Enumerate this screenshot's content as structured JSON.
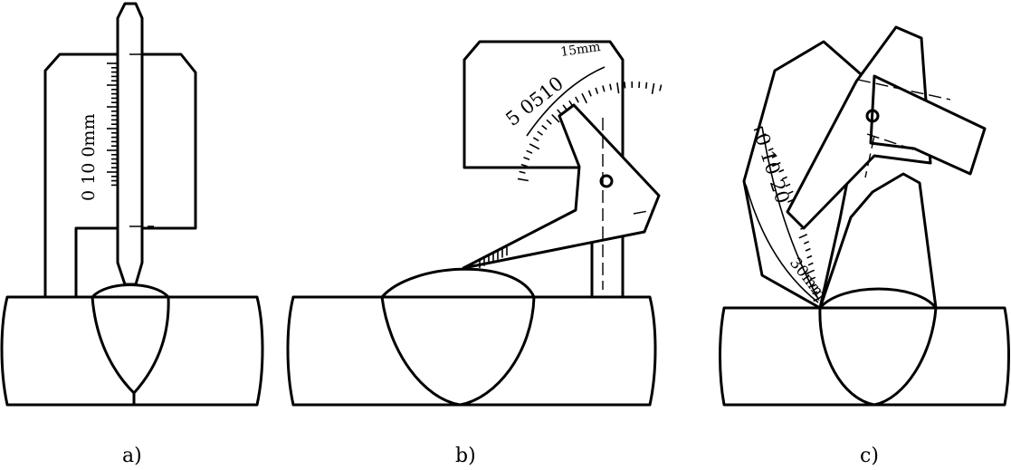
{
  "figures": [
    {
      "id": "a",
      "caption": "a)",
      "scale_label": "0   10  0mm"
    },
    {
      "id": "b",
      "caption": "b)",
      "scale_label": "5 0510",
      "scale_unit": "15mm"
    },
    {
      "id": "c",
      "caption": "c)",
      "scale_label": "0  10  20",
      "scale_unit": "30mm"
    }
  ],
  "colors": {
    "stroke": "#000000",
    "background": "#ffffff"
  }
}
